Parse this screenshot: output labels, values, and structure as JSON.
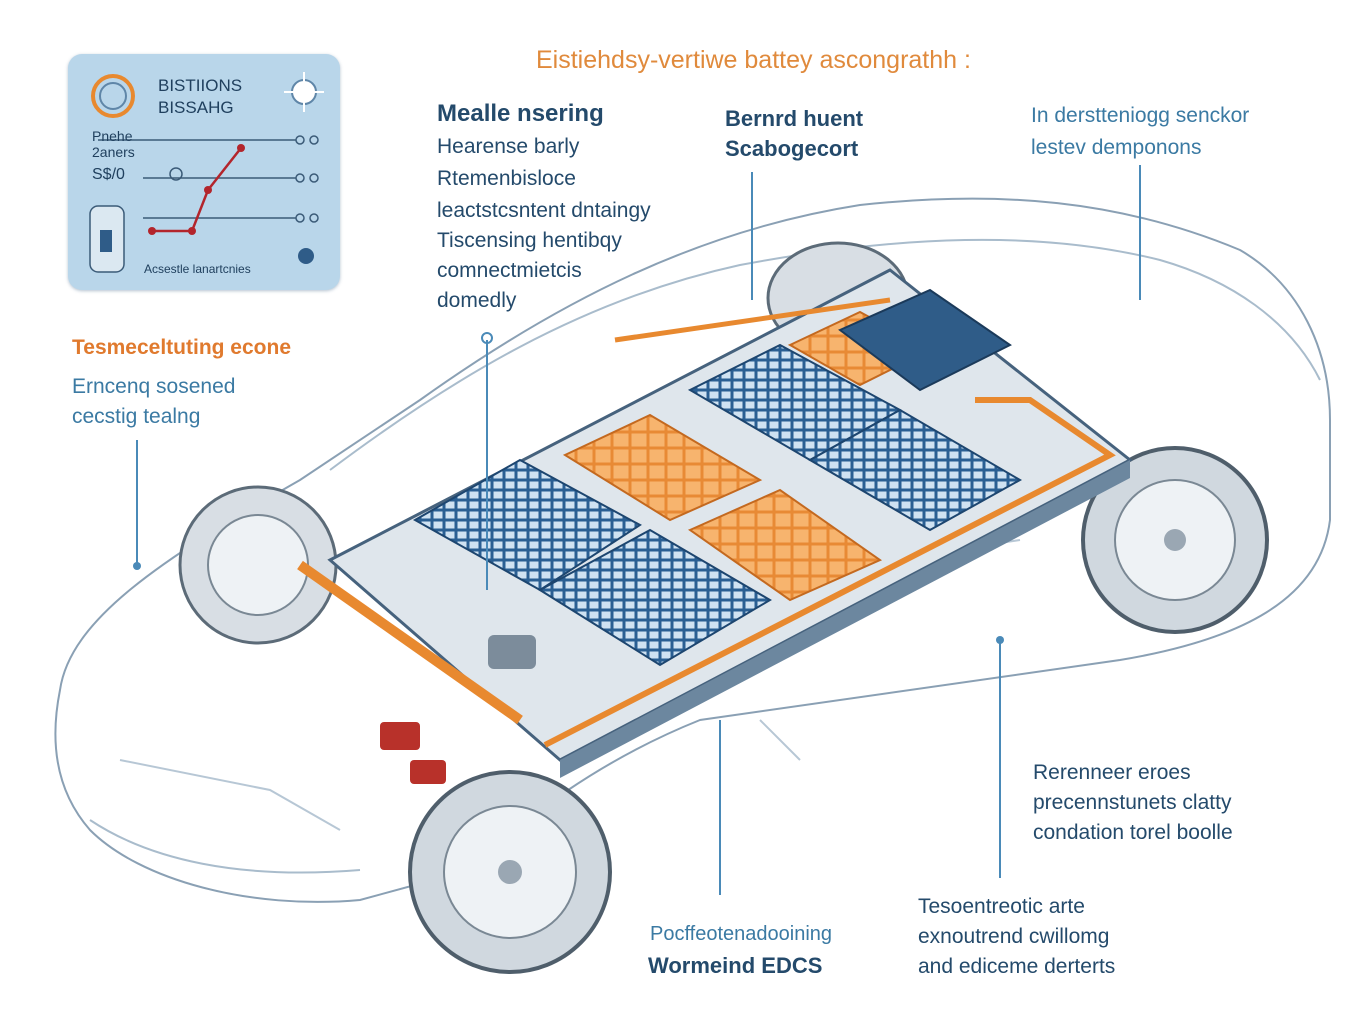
{
  "title": "Eistiehdsy-vertiwe battey ascongrathh :",
  "panel": {
    "header_line1": "BISTIIONS",
    "header_line2": "BISSAHG",
    "row_label1": "Pnehe",
    "row_label2": "2aners",
    "row_value": "S$/0",
    "footer": "Acsestle lanartcnies",
    "chart_points_note": ""
  },
  "left_block": {
    "heading": "Tesmeceltuting econe",
    "lines": [
      "Erncenq sosened",
      "cecstig tealng"
    ]
  },
  "top_left_block": {
    "heading": "Mealle nsering",
    "lines": [
      "Hearense barly",
      "Rtemenbisloce",
      "leactstcsntent dntaingy",
      "Tiscensing hentibqy",
      "comnectmietcis",
      "domedly"
    ]
  },
  "top_mid_block": {
    "lines": [
      "Bernrd huent",
      "Scabogecort"
    ]
  },
  "top_right_block": {
    "lines": [
      "In derstteniogg senckor",
      "lestev demponons"
    ]
  },
  "right_block_1": {
    "lines": [
      "Rerenneer eroes",
      "precennstunets clatty",
      "condation torel boolle"
    ]
  },
  "right_block_2": {
    "lines": [
      "Tesoentreotic arte",
      "exnoutrend cwillomg",
      "and ediceme derterts"
    ]
  },
  "bottom_block": {
    "line1": "Pocffeotenadooining",
    "line2": "Wormeind EDCS"
  },
  "colors": {
    "accent_orange": "#e07a2e",
    "battery_blue": "#2a5f93",
    "cell_orange": "#f4a65e",
    "leader_blue": "#4a8ab8"
  }
}
